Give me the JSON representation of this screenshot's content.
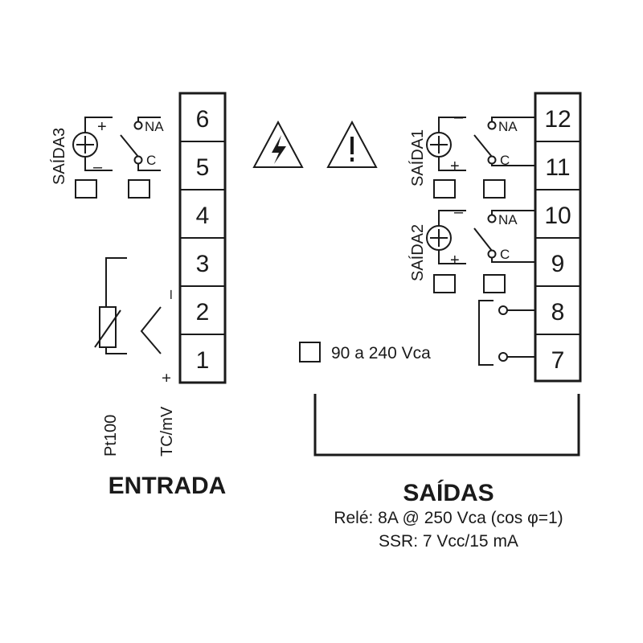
{
  "left_terminals": [
    "6",
    "5",
    "4",
    "3",
    "2",
    "1"
  ],
  "right_terminals": [
    "12",
    "11",
    "10",
    "9",
    "8",
    "7"
  ],
  "saida3": {
    "label": "SAÍDA3",
    "plus": "+",
    "minus": "–",
    "na": "NA",
    "c": "C"
  },
  "saida1": {
    "label": "SAÍDA1",
    "plus": "+",
    "minus": "–",
    "na": "NA",
    "c": "C"
  },
  "saida2": {
    "label": "SAÍDA2",
    "plus": "+",
    "minus": "–",
    "na": "NA",
    "c": "C"
  },
  "input": {
    "pt100": "Pt100",
    "tc_mv": "TC/mV",
    "tc_plus": "+",
    "tc_minus": "–",
    "title": "ENTRADA"
  },
  "power": {
    "label": "90 a 240 Vca"
  },
  "outputs": {
    "title": "SAÍDAS",
    "spec_relay": "Relé: 8A @ 250 Vca (cos φ=1)",
    "spec_ssr": "SSR: 7 Vcc/15 mA"
  },
  "icons": [
    "high-voltage-warning-icon",
    "caution-icon"
  ]
}
